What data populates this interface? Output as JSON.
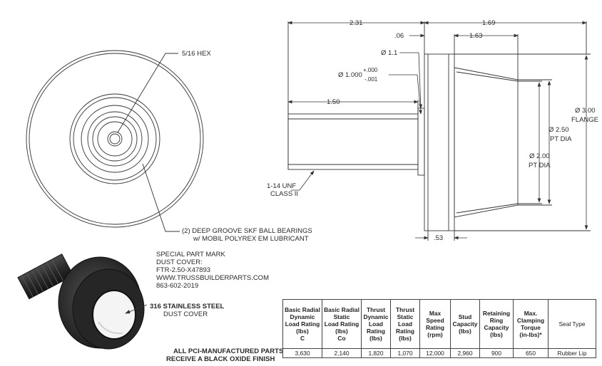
{
  "front_view": {
    "hex_label": "5/16 HEX",
    "bearing_label_line1": "(2) DEEP GROOVE SKF BALL BEARINGS",
    "bearing_label_line2": "w/ MOBIL POLYREX EM LUBRICANT"
  },
  "side_view": {
    "dim_overall": "2.31",
    "dim_head": "1.69",
    "dim_head_inner": "1.63",
    "dim_gap": ".06",
    "dim_shoulder_dia": "Ø 1.1",
    "dim_shaft_dia": "Ø 1.000",
    "dim_shaft_tol_plus": "+.000",
    "dim_shaft_tol_minus": "-.001",
    "dim_thread_length": "1.50",
    "thread_label_line1": "1-14 UNF",
    "thread_label_line2": "CLASS II",
    "dim_flange_dia": "Ø 3.00",
    "flange_label": "FLANGE",
    "dim_pt_outer": "Ø 2.50",
    "dim_pt_inner": "Ø 2.00",
    "pt_dia_label": "PT DIA",
    "dim_flange_width": ".53"
  },
  "notes": {
    "special_mark_line1": "SPECIAL PART MARK",
    "special_mark_line2": "DUST COVER:",
    "special_mark_line3": "FTR-2.50-X47893",
    "special_mark_line4": "WWW.TRUSSBUILDERPARTS.COM",
    "special_mark_line5": "863-602-2019",
    "cover_label_line1": "316 STAINLESS STEEL",
    "cover_label_line2": "DUST COVER",
    "finish_line1": "ALL PCI-MANUFACTURED PARTS",
    "finish_line2": "RECEIVE A BLACK OXIDE FINISH"
  },
  "table": {
    "headers": [
      [
        "Basic Radial",
        "Dynamic",
        "Load Rating",
        "(lbs)",
        "C"
      ],
      [
        "Basic Radial",
        "Static",
        "Load Rating",
        "(lbs)",
        "Co"
      ],
      [
        "Thrust",
        "Dynamic",
        "Load",
        "Rating",
        "(lbs)"
      ],
      [
        "Thrust",
        "Static",
        "Load",
        "Rating",
        "(lbs)"
      ],
      [
        "Max",
        "Speed",
        "Rating",
        "(rpm)"
      ],
      [
        "Stud",
        "Capacity",
        "(lbs)"
      ],
      [
        "Retaining",
        "Ring",
        "Capacity",
        "(lbs)"
      ],
      [
        "Max.",
        "Clamping",
        "Torque",
        "(in-lbs)*"
      ],
      [
        "Seal Type"
      ]
    ],
    "row": [
      "3,630",
      "2,140",
      "1,820",
      "1,070",
      "12,000",
      "2,960",
      "900",
      "650",
      "Rubber Lip"
    ]
  },
  "colors": {
    "line": "#333333",
    "part_dark": "#2b2b2b",
    "cover": "#f2f2f2"
  }
}
